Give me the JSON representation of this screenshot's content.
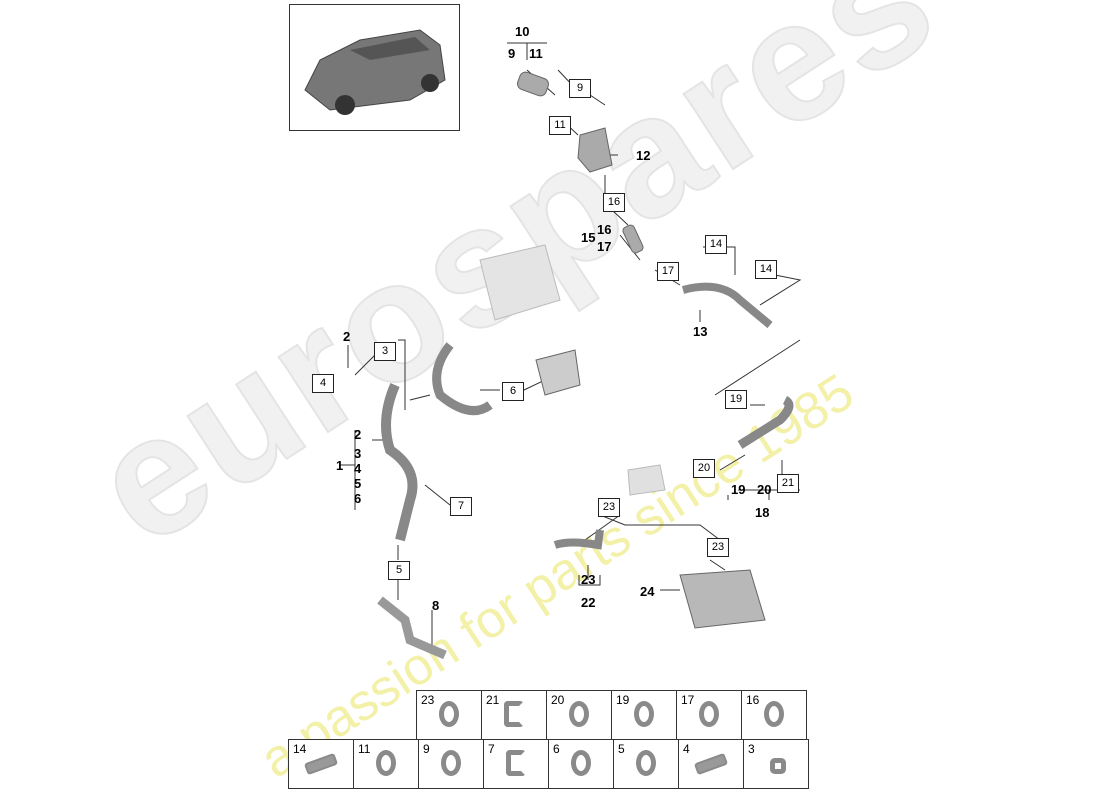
{
  "watermark": {
    "brand": "eurospares",
    "tagline": "a passion for parts since 1985"
  },
  "callouts": [
    {
      "label": "10",
      "style": "bold"
    },
    {
      "label": "9",
      "style": "bold"
    },
    {
      "label": "11",
      "style": "bold"
    },
    {
      "label": "9",
      "style": "box"
    },
    {
      "label": "11",
      "style": "box"
    },
    {
      "label": "12",
      "style": "bold"
    },
    {
      "label": "16",
      "style": "box"
    },
    {
      "label": "15",
      "style": "bold"
    },
    {
      "label": "16",
      "style": "bold"
    },
    {
      "label": "17",
      "style": "bold"
    },
    {
      "label": "14",
      "style": "box"
    },
    {
      "label": "17",
      "style": "box"
    },
    {
      "label": "14",
      "style": "box"
    },
    {
      "label": "13",
      "style": "bold"
    },
    {
      "label": "2",
      "style": "bold"
    },
    {
      "label": "3",
      "style": "box"
    },
    {
      "label": "4",
      "style": "box"
    },
    {
      "label": "6",
      "style": "box"
    },
    {
      "label": "19",
      "style": "box"
    },
    {
      "label": "1",
      "style": "bold"
    },
    {
      "label": "2",
      "style": "bold"
    },
    {
      "label": "3",
      "style": "bold"
    },
    {
      "label": "4",
      "style": "bold"
    },
    {
      "label": "5",
      "style": "bold"
    },
    {
      "label": "6",
      "style": "bold"
    },
    {
      "label": "7",
      "style": "box"
    },
    {
      "label": "20",
      "style": "box"
    },
    {
      "label": "19",
      "style": "bold"
    },
    {
      "label": "20",
      "style": "bold"
    },
    {
      "label": "21",
      "style": "box"
    },
    {
      "label": "18",
      "style": "bold"
    },
    {
      "label": "23",
      "style": "box"
    },
    {
      "label": "23",
      "style": "box"
    },
    {
      "label": "5",
      "style": "box"
    },
    {
      "label": "8",
      "style": "bold"
    },
    {
      "label": "23",
      "style": "bold"
    },
    {
      "label": "22",
      "style": "bold"
    },
    {
      "label": "24",
      "style": "bold"
    }
  ],
  "legend": {
    "row1": [
      {
        "n": "23",
        "kind": "clamp"
      },
      {
        "n": "21",
        "kind": "clip"
      },
      {
        "n": "20",
        "kind": "clamp"
      },
      {
        "n": "19",
        "kind": "clamp"
      },
      {
        "n": "17",
        "kind": "clamp"
      },
      {
        "n": "16",
        "kind": "clamp"
      }
    ],
    "row2": [
      {
        "n": "14",
        "kind": "bolt"
      },
      {
        "n": "11",
        "kind": "clamp"
      },
      {
        "n": "9",
        "kind": "clamp"
      },
      {
        "n": "7",
        "kind": "clip"
      },
      {
        "n": "6",
        "kind": "clamp"
      },
      {
        "n": "5",
        "kind": "clamp"
      },
      {
        "n": "4",
        "kind": "bolt"
      },
      {
        "n": "3",
        "kind": "nut"
      }
    ]
  }
}
